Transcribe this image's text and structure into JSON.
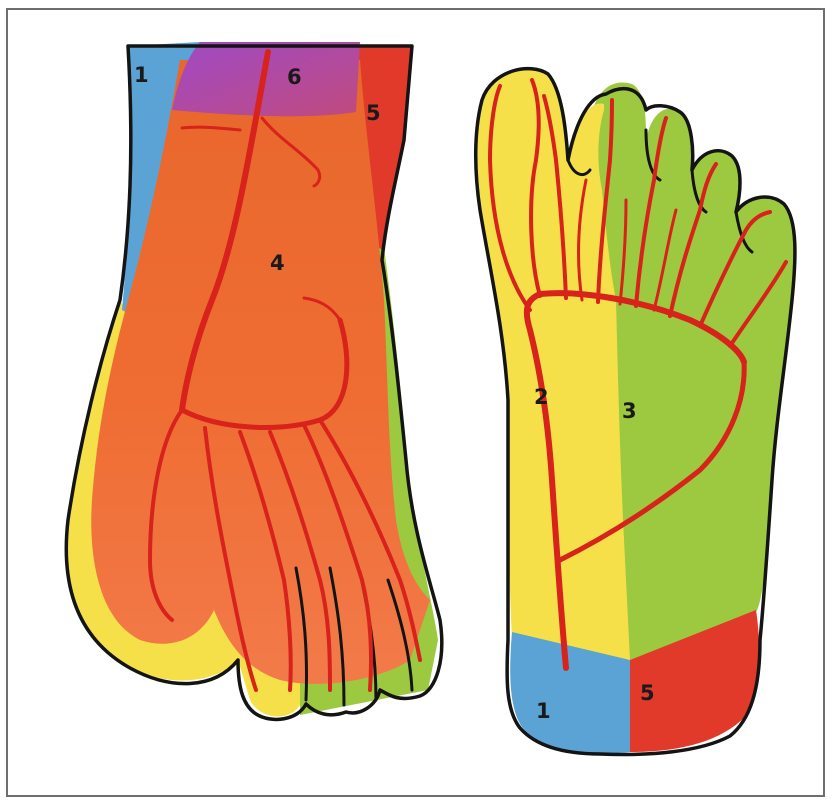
{
  "figure": {
    "labels": {
      "dorsal_1": "1",
      "dorsal_6": "6",
      "dorsal_5": "5",
      "dorsal_4": "4",
      "plantar_2": "2",
      "plantar_3": "3",
      "plantar_1": "1",
      "plantar_5": "5"
    }
  },
  "colors": {
    "blue": "#5ba3d4",
    "purple": "#a24cc4",
    "red": "#e23a2a",
    "orange": "#ef6a30",
    "yellow": "#f5e04a",
    "green": "#9cc93f",
    "artery": "#d8221c",
    "outline": "#141414"
  }
}
